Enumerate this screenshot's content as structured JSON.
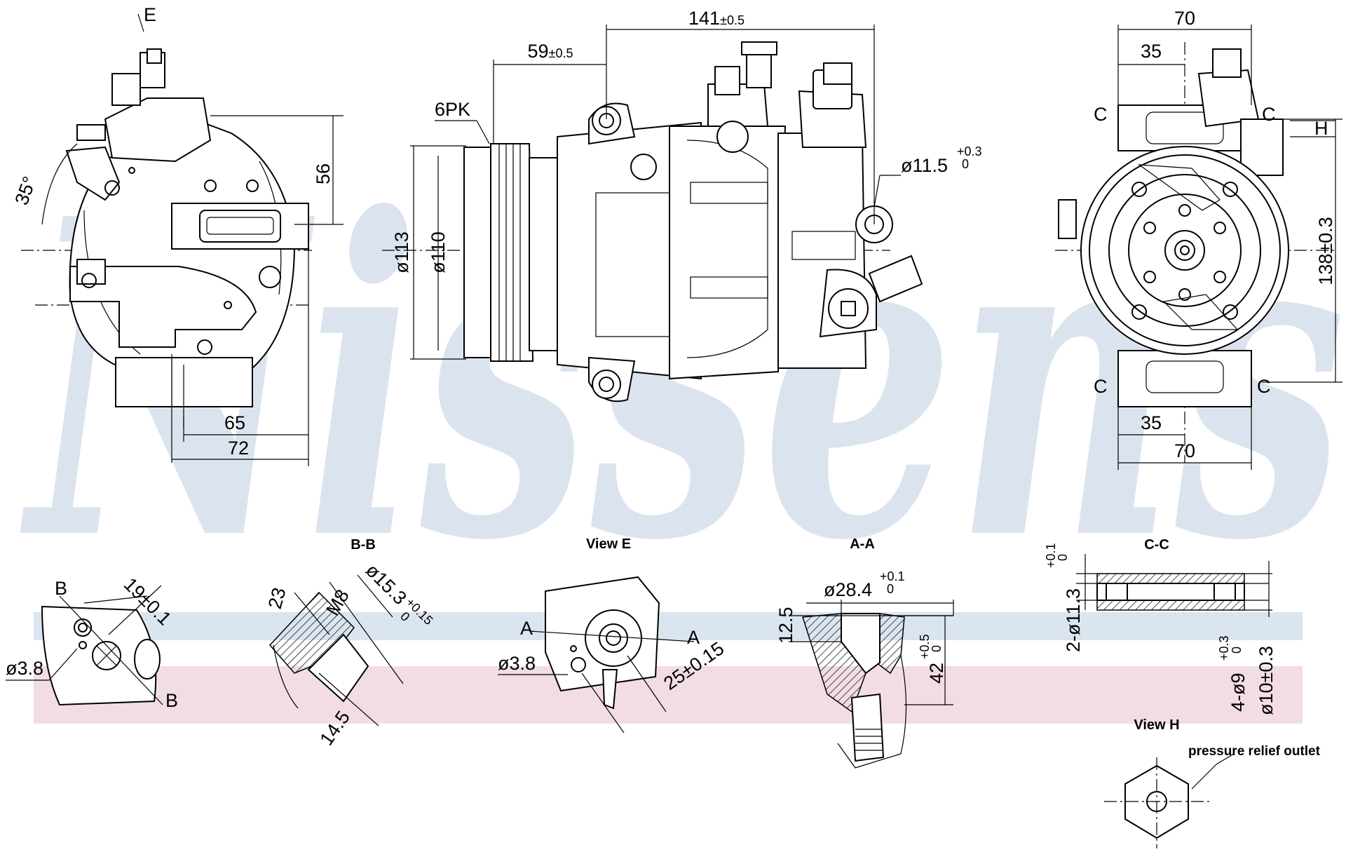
{
  "watermark": {
    "text": "Nissens",
    "color": "#dbe4ee"
  },
  "bands": {
    "blue": "#dbe5ef",
    "pink": "#f2dde2"
  },
  "views": {
    "left": {
      "angle": "35°",
      "label_e": "E",
      "dim_56": "56",
      "dim_65": "65",
      "dim_72": "72"
    },
    "center": {
      "dim_141": "141",
      "tol_141": "±0.5",
      "dim_59": "59",
      "tol_59": "±0.5",
      "pulley": "6PK",
      "dia_113": "ø113",
      "dia_110": "ø110",
      "dia_115": "ø11.5",
      "tol_115_up": "+0.3",
      "tol_115_low": "0"
    },
    "right": {
      "dim_70_top": "70",
      "dim_35_top": "35",
      "dim_35_bot": "35",
      "dim_70_bot": "70",
      "dim_138": "138±0.3",
      "label_h": "H",
      "c_tl": "C",
      "c_tr": "C",
      "c_bl": "C",
      "c_br": "C"
    }
  },
  "details": {
    "detail_b": {
      "label_b1": "B",
      "label_b2": "B",
      "dim_19": "19±0.1",
      "dia_38": "ø3.8"
    },
    "bb": {
      "title": "B-B",
      "dim_23": "23",
      "m8": "M8",
      "dia_153": "ø15.3",
      "tol_153": "+0.15",
      "tol_153_low": "0",
      "dim_145": "14.5"
    },
    "view_e": {
      "title": "View E",
      "label_a1": "A",
      "label_a2": "A",
      "dia_38": "ø3.8",
      "dim_25": "25±0.15"
    },
    "aa": {
      "title": "A-A",
      "dia_284": "ø28.4",
      "tol_284_up": "+0.1",
      "tol_284_low": "0",
      "dim_125": "12.5",
      "dim_42": "42",
      "tol_42_up": "+0.5",
      "tol_42_low": "0"
    },
    "cc": {
      "title": "C-C",
      "dia_113": "2-ø11.3",
      "tol_113_up": "+0.1",
      "tol_113_low": "0",
      "dia_9": "4-ø9",
      "tol_9_up": "+0.3",
      "tol_9_low": "0",
      "dia_10": "ø10±0.3"
    },
    "view_h": {
      "title": "View H",
      "note": "pressure relief outlet"
    }
  }
}
